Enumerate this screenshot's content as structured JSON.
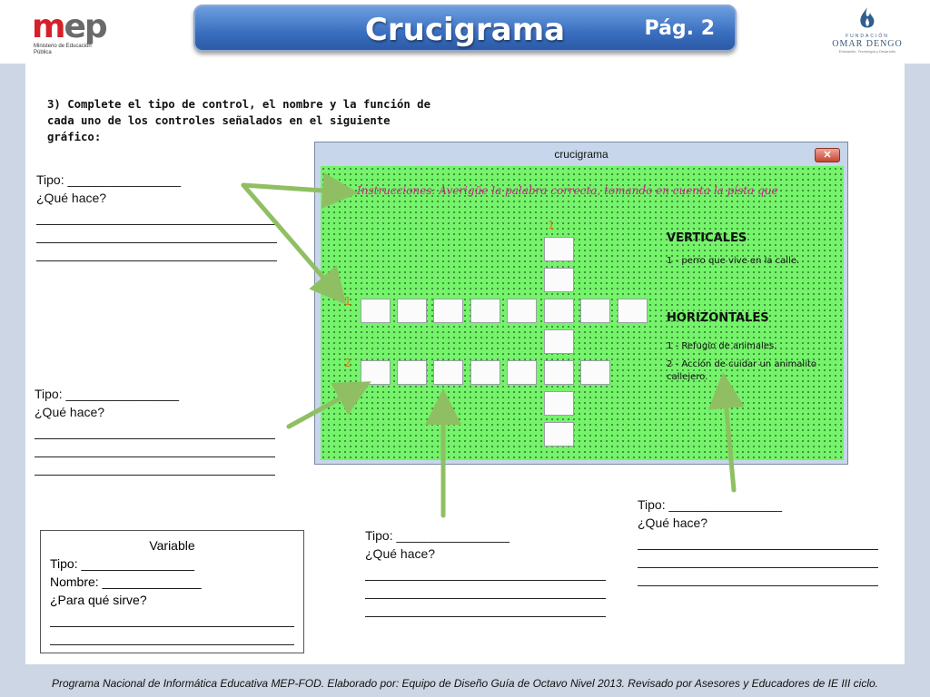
{
  "header": {
    "mep_logo_text": "mep",
    "mep_logo_m": "m",
    "mep_logo_rest": "ep",
    "mep_subtitle": "Ministerio de Educación Pública",
    "title": "Crucigrama",
    "page": "Pág. 2",
    "od_small": "FUNDACIÓN",
    "od_name": "OMAR DENGO",
    "od_tag": "Educación, Tecnología y Desarrollo"
  },
  "instruction": "3) Complete el tipo de control, el nombre y la función de cada uno de los controles señalados en el siguiente gráfico:",
  "form": {
    "title": "crucigrama",
    "close_label": "✕",
    "instructions_label": "Instrucciones: Averigüe la palabra correcta, tomando en cuenta la pista que",
    "numbers": {
      "vertical_1": "1",
      "horizontal_1": "1",
      "horizontal_2": "2"
    },
    "verticales_title": "VERTICALES",
    "verticales_clue": "1 - perro que vive en la calle.",
    "horizontales_title": "HORIZONTALES",
    "horizontales_clue_1": "1 - Refugio de animales.",
    "horizontales_clue_2": "2 - Acción de cuidar un animalito callejero."
  },
  "blocks": {
    "tipo": "Tipo: ________________",
    "que_hace": "¿Qué hace?"
  },
  "variable_box": {
    "title": "Variable",
    "tipo": "Tipo: ________________",
    "nombre": "Nombre: ______________",
    "para_que": "¿Para qué sirve?"
  },
  "footer": "Programa Nacional de Informática Educativa MEP-FOD.  Elaborado por: Equipo de Diseño Guía de Octavo Nivel 2013. Revisado por Asesores y Educadores de IE III ciclo.",
  "colors": {
    "form_bg": "#75f36b",
    "instr_text": "#cc1d8a",
    "numbers": "#e07b10",
    "arrow": "#8fbf62",
    "title_bar": "#3a6fc0"
  }
}
